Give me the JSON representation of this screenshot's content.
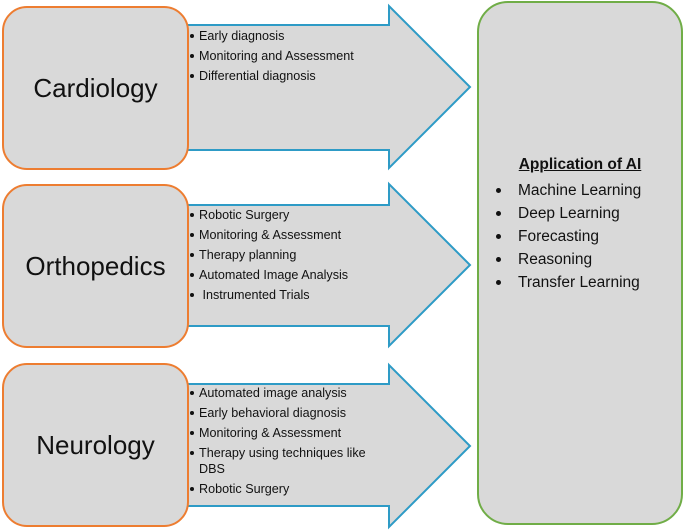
{
  "colors": {
    "panel_fill": "#d9d9d9",
    "specialty_border": "#ed7d31",
    "arrow_border": "#2e9bc6",
    "ai_border": "#70ad47"
  },
  "specialties": [
    {
      "name": "Cardiology",
      "items": [
        "Early diagnosis",
        "Monitoring and Assessment",
        "Differential diagnosis"
      ]
    },
    {
      "name": "Orthopedics",
      "items": [
        "Robotic Surgery",
        "Monitoring & Assessment",
        "Therapy planning",
        "Automated Image Analysis",
        " Instrumented Trials"
      ]
    },
    {
      "name": "Neurology",
      "items": [
        "Automated image analysis",
        "Early behavioral diagnosis",
        "Monitoring & Assessment",
        "Therapy using techniques like DBS",
        "Robotic Surgery"
      ]
    }
  ],
  "ai": {
    "title": "Application of AI",
    "items": [
      "Machine Learning",
      "Deep Learning",
      "Forecasting",
      "Reasoning",
      "Transfer Learning"
    ]
  }
}
